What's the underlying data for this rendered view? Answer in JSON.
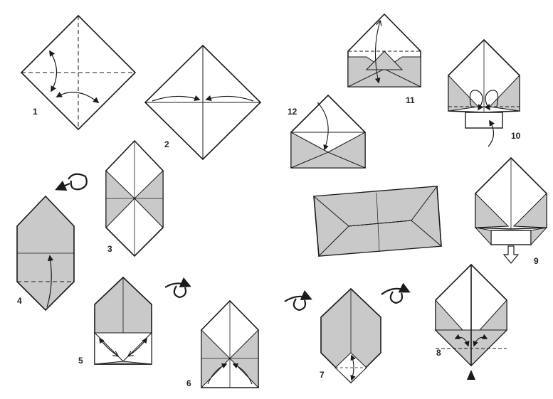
{
  "colors": {
    "paper_front": "#ffffff",
    "paper_back": "#c9c9c9",
    "line": "#1a1a1a",
    "background": "#ffffff"
  },
  "steps": [
    {
      "number": "1",
      "action": "fold-and-unfold-both-diagonals"
    },
    {
      "number": "2",
      "action": "fold-corners-to-center"
    },
    {
      "number": "3",
      "action": "result"
    },
    {
      "number": "4",
      "action": "fold-up-and-unfold"
    },
    {
      "number": "5",
      "action": "fold-edges-to-crease"
    },
    {
      "number": "6",
      "action": "fold-corners"
    },
    {
      "number": "7",
      "action": "fold-point-up"
    },
    {
      "number": "8",
      "action": "fold-and-unfold"
    },
    {
      "number": "9",
      "action": "pull-out-layer"
    },
    {
      "number": "10",
      "action": "fold-corners-inside"
    },
    {
      "number": "11",
      "action": "fold-top-down"
    },
    {
      "number": "12",
      "action": "tuck-flap-in"
    }
  ],
  "icons": {
    "turn_over": "turn-over-icon",
    "push": "push-arrow-icon",
    "pull": "pull-arrow-icon"
  }
}
